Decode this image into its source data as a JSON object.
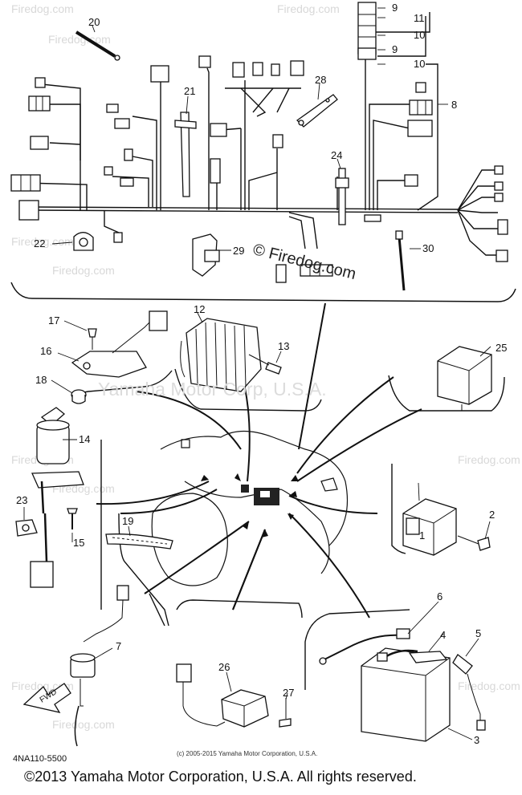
{
  "diagram": {
    "watermark_text": "Firedog.com",
    "brand_text": "© Firedog.com",
    "center_watermark": "Yamaha Motor Corp, U.S.A.",
    "part_code": "4NA110-5500",
    "small_copyright": "(c) 2005-2015 Yamaha Motor Corporation, U.S.A.",
    "copyright": "©2013 Yamaha Motor Corporation, U.S.A. All rights reserved.",
    "fwd_label": "FWD",
    "callouts": [
      "1",
      "2",
      "3",
      "4",
      "5",
      "6",
      "7",
      "8",
      "9",
      "10",
      "11",
      "12",
      "13",
      "14",
      "15",
      "16",
      "17",
      "18",
      "19",
      "20",
      "21",
      "22",
      "23",
      "24",
      "25",
      "26",
      "27",
      "28",
      "29",
      "30"
    ]
  }
}
